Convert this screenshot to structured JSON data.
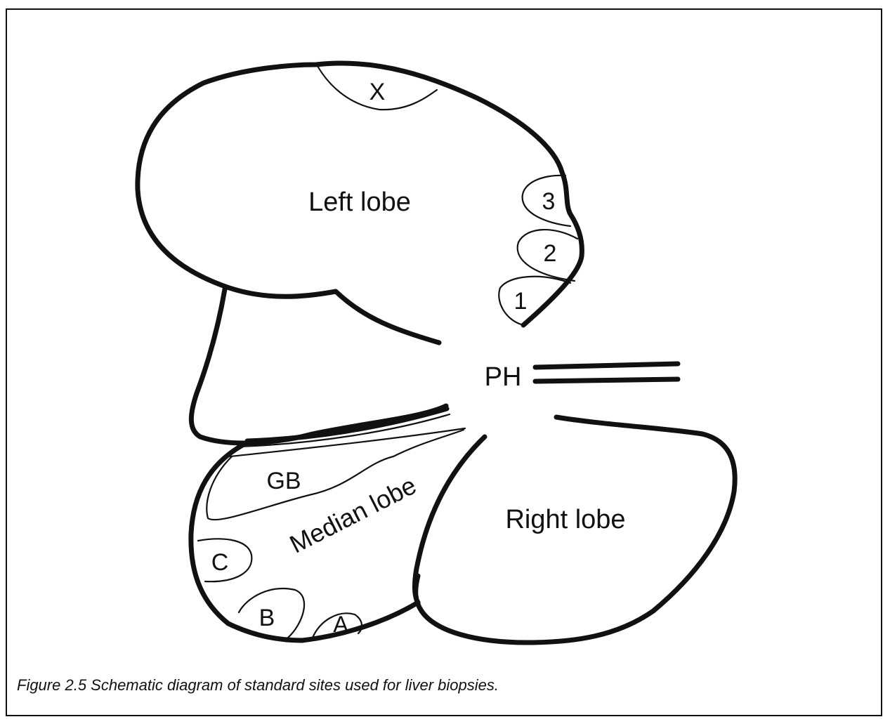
{
  "diagram": {
    "lobes": {
      "left": "Left lobe",
      "median": "Median lobe",
      "right": "Right lobe"
    },
    "structures": {
      "gallbladder": "GB",
      "porta_hepatis": "PH"
    },
    "sites": {
      "x": "X",
      "s1": "1",
      "s2": "2",
      "s3": "3",
      "a": "A",
      "b": "B",
      "c": "C"
    }
  },
  "caption": "Figure 2.5 Schematic diagram of standard sites used for liver biopsies."
}
